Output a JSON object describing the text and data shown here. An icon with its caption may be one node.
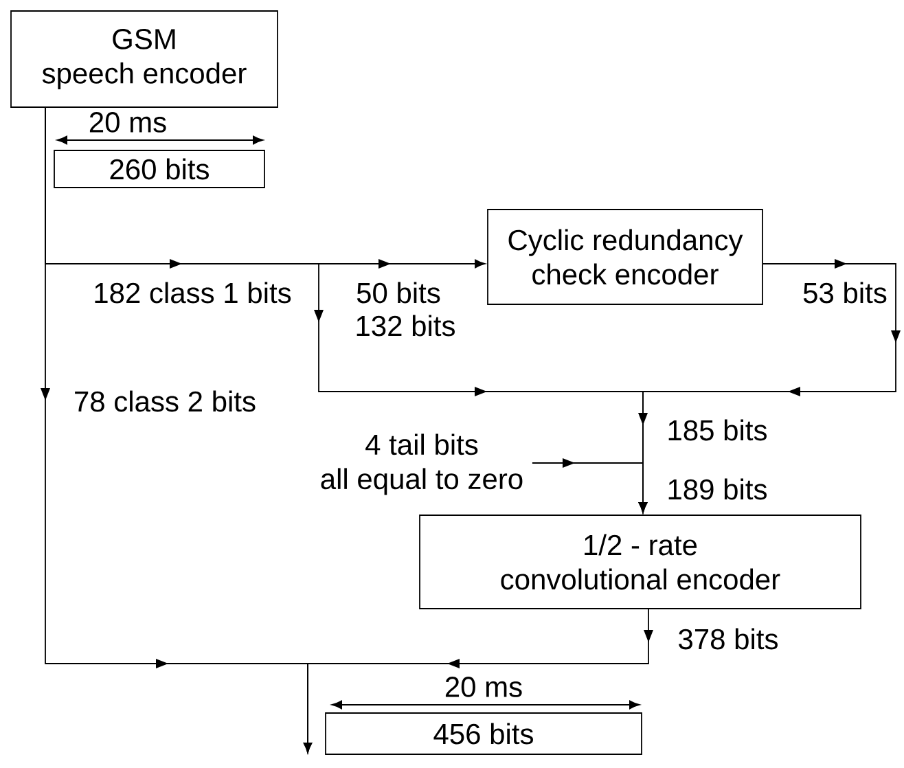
{
  "diagram": {
    "nodes": [
      {
        "text": [
          "GSM",
          "speech encoder"
        ]
      },
      {
        "text": [
          "260 bits"
        ]
      },
      {
        "text": [
          "Cyclic redundancy",
          "check encoder"
        ]
      },
      {
        "text": [
          "1/2 - rate",
          "convolutional encoder"
        ]
      },
      {
        "text": [
          "456 bits"
        ]
      },
      {
        "text": [
          "4 tail bits",
          "all equal to zero"
        ]
      }
    ],
    "edges": [
      {
        "from": 0,
        "to": 2,
        "arrow": "to",
        "label": "50 bits"
      },
      {
        "from": 0,
        "to": 3,
        "arrow": "to",
        "label": "132 bits"
      },
      {
        "from": 2,
        "to": 3,
        "arrow": "to",
        "label": "53 bits"
      },
      {
        "from": 5,
        "to": 3,
        "arrow": "to"
      },
      {
        "from": 0,
        "to": 4,
        "arrow": "to",
        "label": "78 class 2 bits"
      },
      {
        "from": 3,
        "to": 4,
        "arrow": "to",
        "label": "378 bits"
      }
    ],
    "labels": [
      "20 ms",
      "182 class 1 bits",
      "185 bits",
      "189 bits",
      "20 ms"
    ]
  }
}
